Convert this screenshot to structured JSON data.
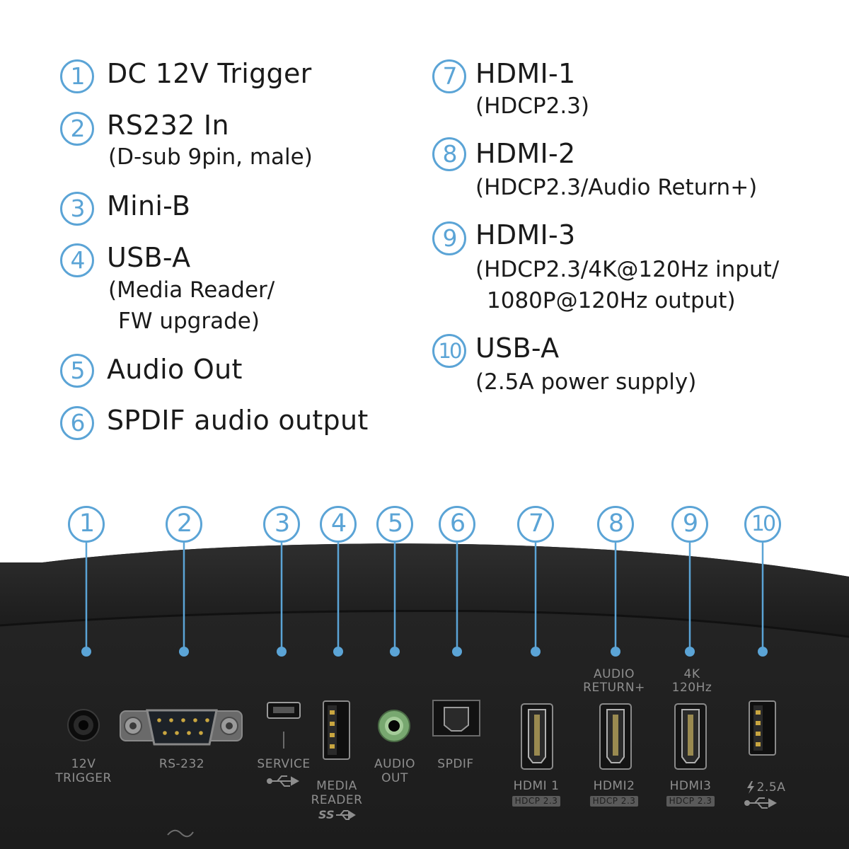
{
  "legend": [
    {
      "num": "1",
      "title": "DC 12V Trigger",
      "sub": []
    },
    {
      "num": "2",
      "title": "RS232 In",
      "sub": [
        "(D-sub 9pin, male)"
      ]
    },
    {
      "num": "3",
      "title": "Mini-B",
      "sub": []
    },
    {
      "num": "4",
      "title": "USB-A",
      "sub": [
        "(Media Reader/",
        "FW upgrade)"
      ]
    },
    {
      "num": "5",
      "title": "Audio Out",
      "sub": []
    },
    {
      "num": "6",
      "title": "SPDIF audio output",
      "sub": []
    },
    {
      "num": "7",
      "title": "HDMI-1",
      "sub": [
        "(HDCP2.3)"
      ]
    },
    {
      "num": "8",
      "title": "HDMI-2",
      "sub": [
        "(HDCP2.3/Audio Return+)"
      ]
    },
    {
      "num": "9",
      "title": "HDMI-3",
      "sub": [
        "(HDCP2.3/4K@120Hz input/",
        "1080P@120Hz output)"
      ]
    },
    {
      "num": "10",
      "title": "USB-A",
      "sub": [
        "(2.5A power supply)"
      ]
    }
  ],
  "ports": {
    "p1": {
      "label1": "12V",
      "label2": "TRIGGER"
    },
    "p2": {
      "label1": "RS-232"
    },
    "p3": {
      "label1": "SERVICE"
    },
    "p4": {
      "label1": "MEDIA",
      "label2": "READER"
    },
    "p5": {
      "label1": "AUDIO",
      "label2": "OUT"
    },
    "p6": {
      "label1": "SPDIF"
    },
    "p7": {
      "label1": "HDMI 1",
      "badge": "HDCP 2.3"
    },
    "p8": {
      "label1": "HDMI2",
      "badge": "HDCP 2.3",
      "top1": "AUDIO",
      "top2": "RETURN+"
    },
    "p9": {
      "label1": "HDMI3",
      "badge": "HDCP 2.3",
      "top1": "4K",
      "top2": "120Hz"
    },
    "p10": {
      "label1": "2.5A"
    }
  },
  "colors": {
    "accent": "#5ba4d6",
    "panel": "#1f1f1f",
    "label": "#8e8e8e"
  },
  "icons": [
    "usb-icon",
    "usb-superspeed-icon",
    "power-bolt-icon",
    "tilde-mark"
  ]
}
